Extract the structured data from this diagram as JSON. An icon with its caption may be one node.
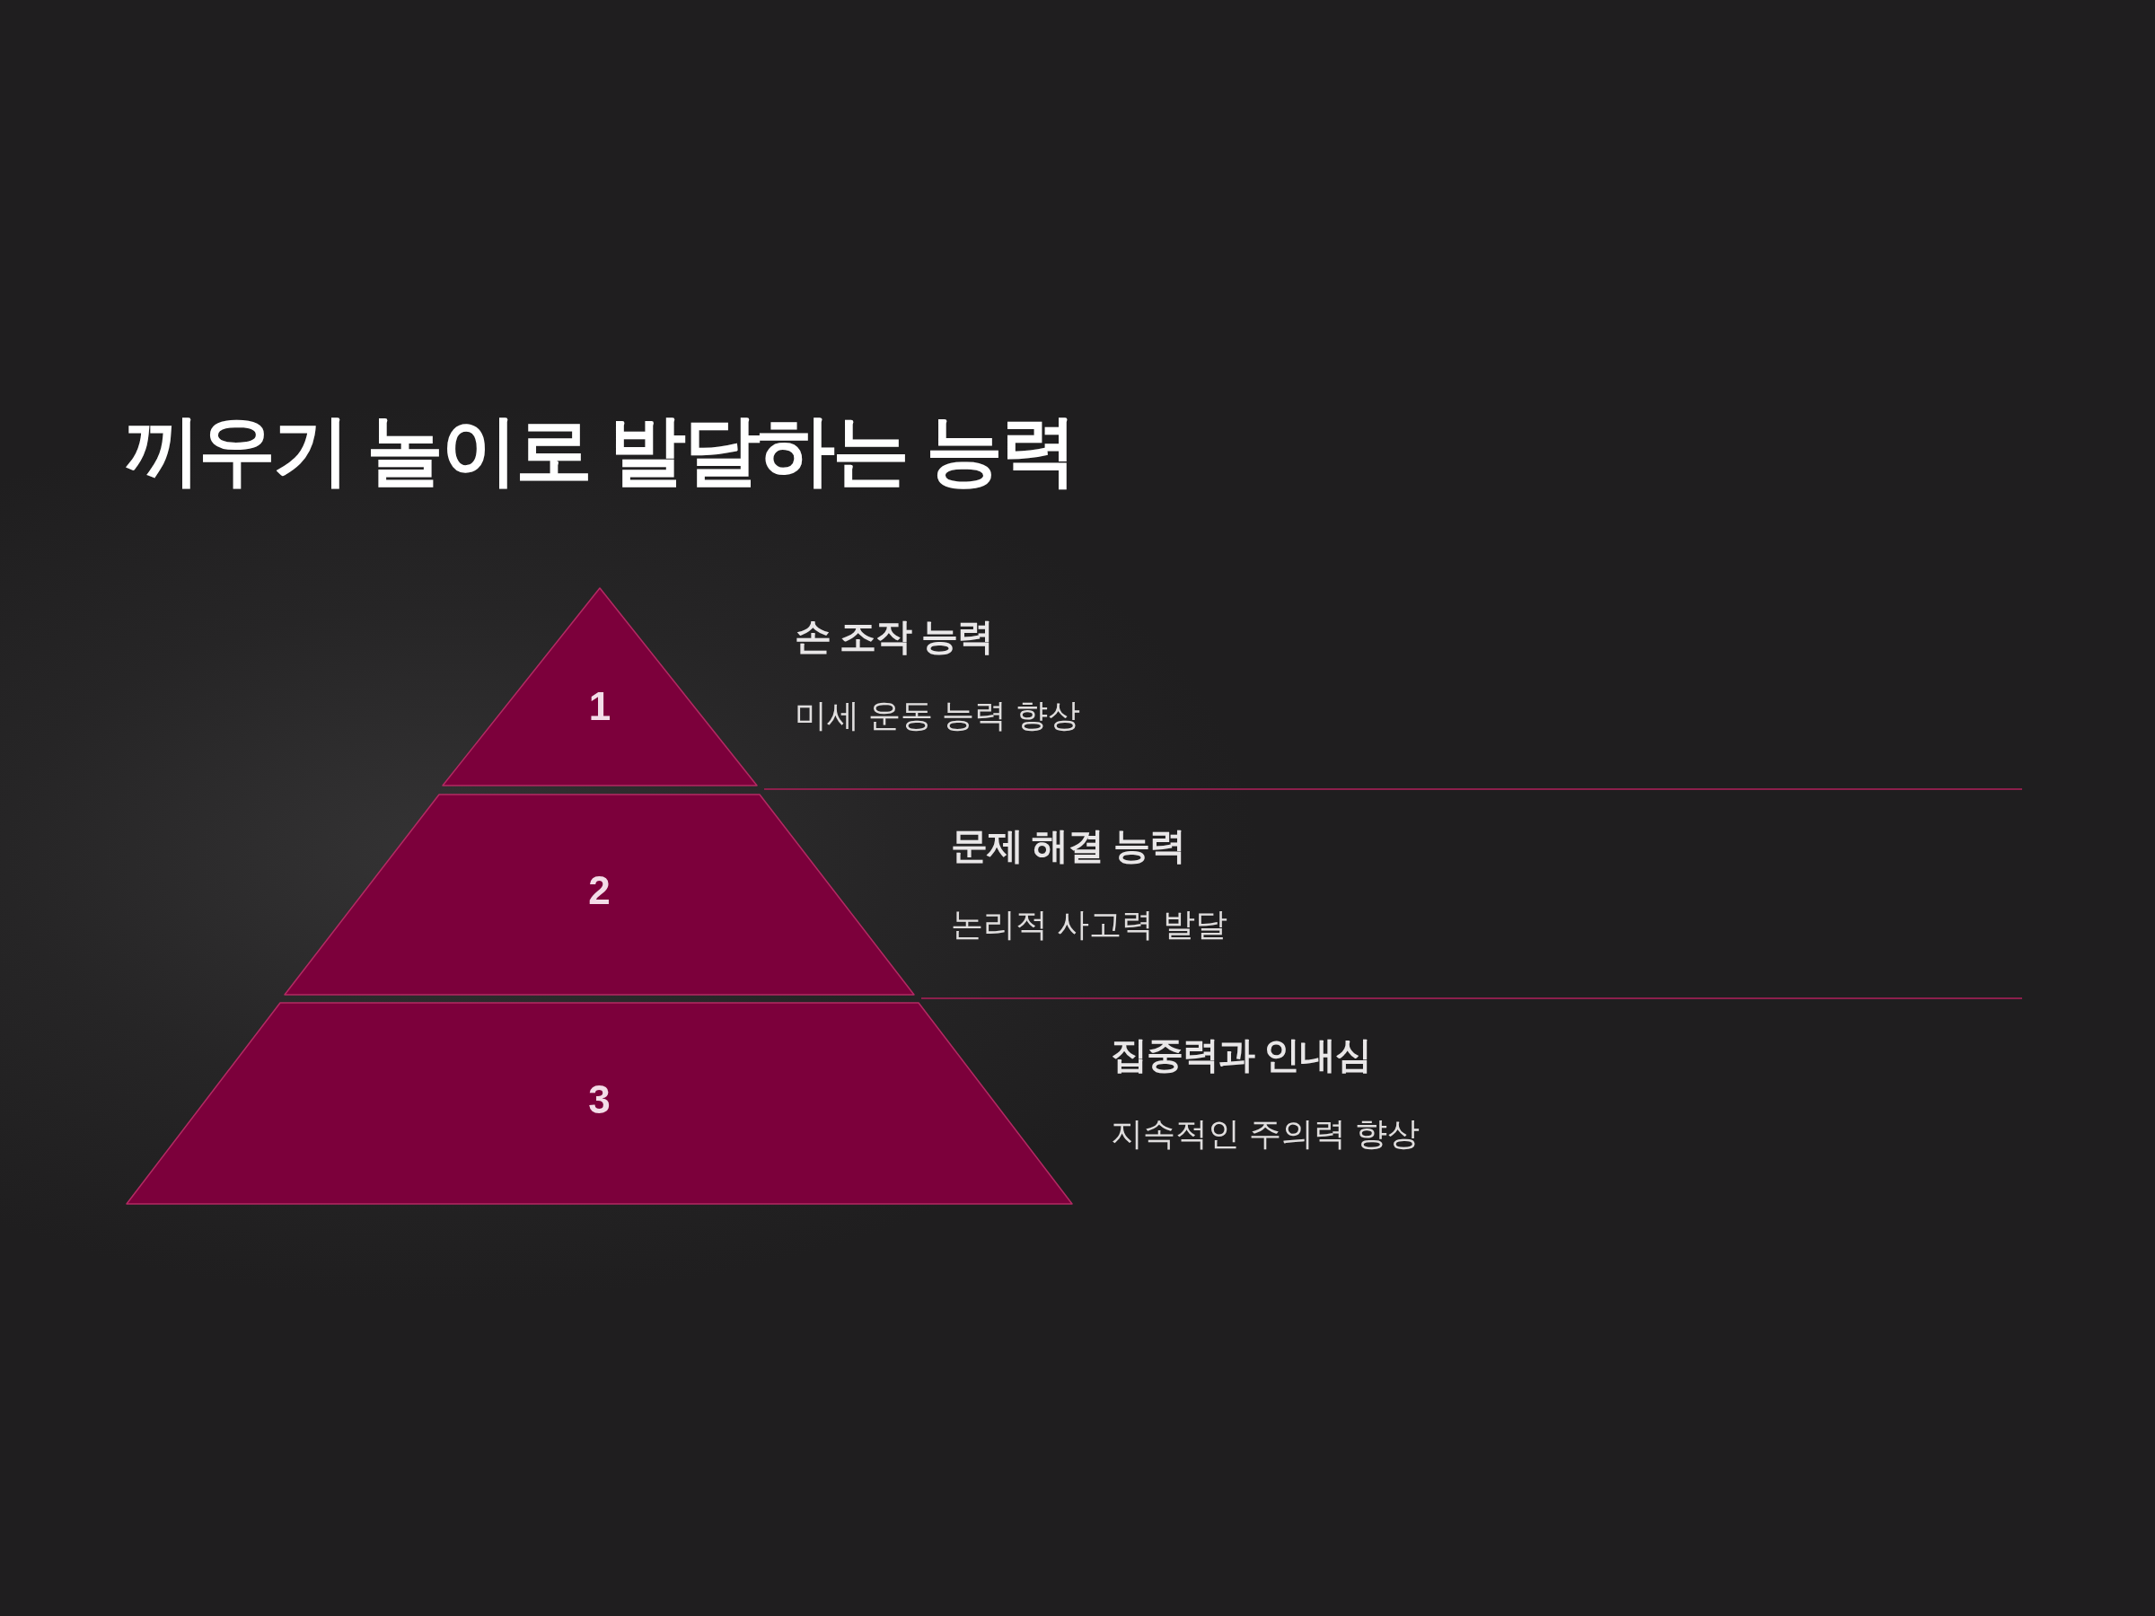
{
  "diagram": {
    "title": "끼우기 놀이로 발달하는 능력",
    "nodes": [
      {
        "text": [
          "1"
        ],
        "beside": [
          "손 조작 능력",
          "미세 운동 능력 향상"
        ]
      },
      {
        "text": [
          "2"
        ],
        "beside": [
          "문제 해결 능력",
          "논리적 사고력 발달"
        ]
      },
      {
        "text": [
          "3"
        ],
        "beside": [
          "집중력과 인내심",
          "지속적인 주의력 향상"
        ]
      }
    ]
  }
}
